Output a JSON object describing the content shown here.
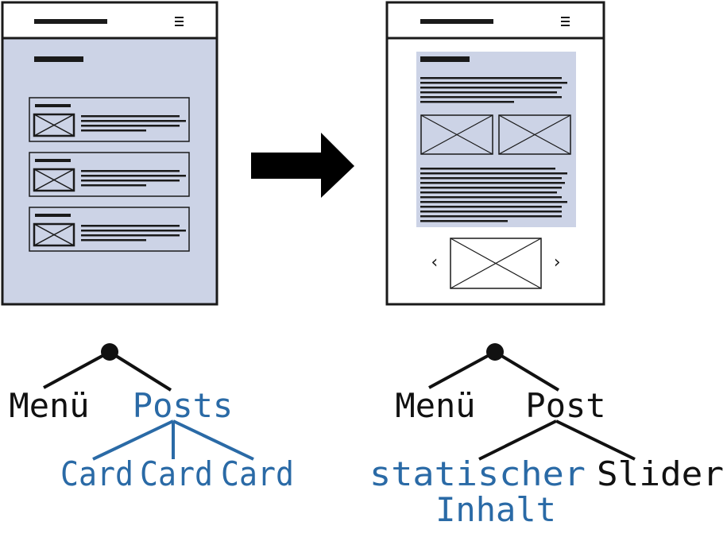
{
  "colors": {
    "panel_fill": "#ccd3e6",
    "frame": "#1a1a1a",
    "tree_dark": "#111111",
    "tree_blue": "#2a6aa6",
    "arrow": "#000000"
  },
  "left_mockup": {
    "header_menu_icon": "hamburger-icon",
    "card_count": 3
  },
  "right_mockup": {
    "header_menu_icon": "hamburger-icon",
    "slider_prev_glyph": "‹",
    "slider_next_glyph": "›"
  },
  "left_tree": {
    "child_a": "Menü",
    "child_b": "Posts",
    "leaves": [
      "Card",
      "Card",
      "Card"
    ]
  },
  "right_tree": {
    "child_a": "Menü",
    "child_b": "Post",
    "leaf_static_line1": "statischer",
    "leaf_static_line2": "Inhalt",
    "leaf_slider": "Slider"
  }
}
